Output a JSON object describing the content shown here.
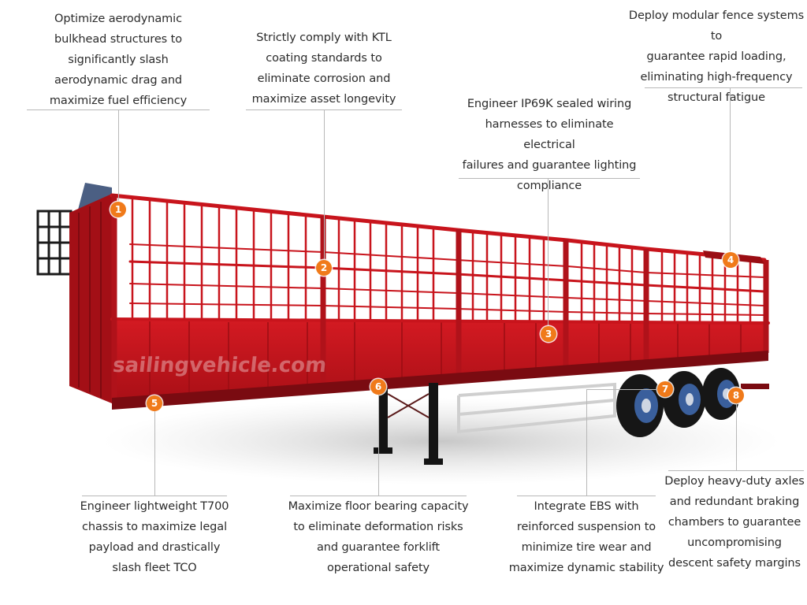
{
  "watermark": "sailingvehicle.com",
  "colors": {
    "trailer_red": "#c8141c",
    "marker_orange": "#f07a1a",
    "leader_line": "#b8b8b8"
  },
  "callouts": [
    {
      "number": "1",
      "lines": [
        "Optimize aerodynamic",
        "bulkhead structures to",
        "significantly slash",
        "aerodynamic drag and",
        "maximize fuel efficiency"
      ]
    },
    {
      "number": "2",
      "lines": [
        "Strictly comply with KTL",
        "coating standards to",
        "eliminate corrosion and",
        "maximize asset longevity"
      ]
    },
    {
      "number": "3",
      "lines": [
        "Engineer IP69K sealed wiring",
        "harnesses to eliminate electrical",
        "failures and guarantee lighting",
        "compliance"
      ]
    },
    {
      "number": "4",
      "lines": [
        "Deploy modular fence systems to",
        "guarantee rapid loading,",
        "eliminating high-frequency",
        "structural fatigue"
      ]
    },
    {
      "number": "5",
      "lines": [
        "Engineer lightweight T700",
        "chassis to maximize legal",
        "payload and drastically",
        "slash fleet TCO"
      ]
    },
    {
      "number": "6",
      "lines": [
        "Maximize floor bearing capacity",
        "to eliminate deformation risks",
        "and guarantee forklift",
        "operational safety"
      ]
    },
    {
      "number": "7",
      "lines": [
        "Integrate EBS with",
        "reinforced suspension to",
        "minimize tire wear and",
        "maximize dynamic stability"
      ]
    },
    {
      "number": "8",
      "lines": [
        "Deploy heavy-duty axles",
        "and redundant braking",
        "chambers to guarantee",
        "uncompromising",
        "descent safety margins"
      ]
    }
  ]
}
